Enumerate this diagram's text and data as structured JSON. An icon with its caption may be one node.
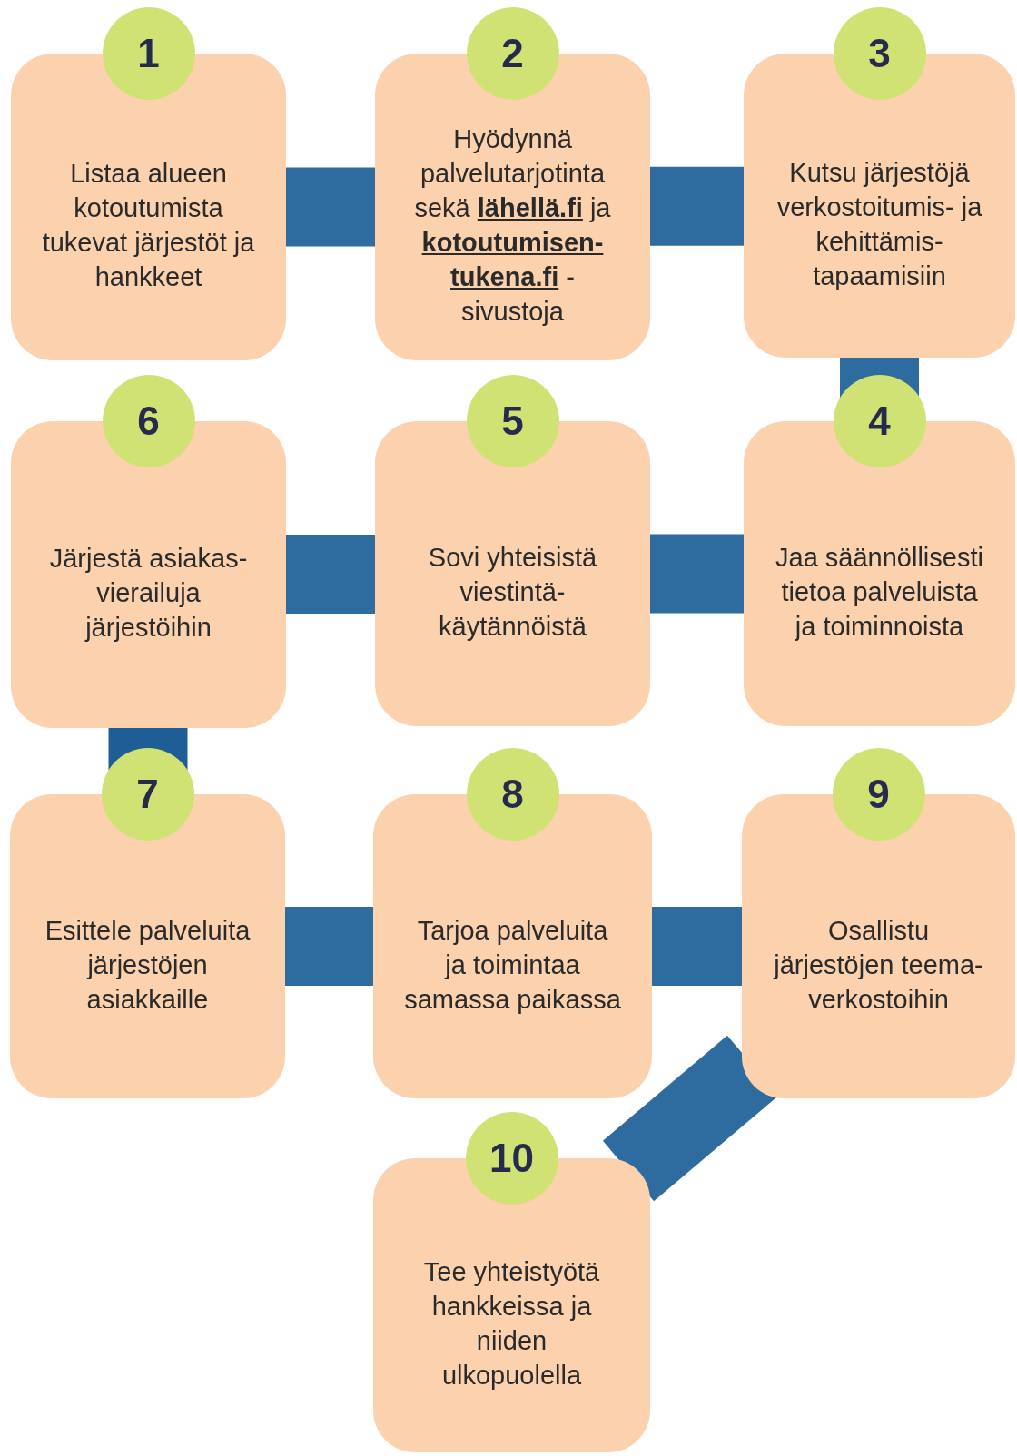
{
  "diagram": {
    "nodes": [
      {
        "text": [
          "1",
          "Listaa alueen kotoutumista tukevat järjestöt ja hankkeet"
        ]
      },
      {
        "text": [
          "2",
          "Hyödynnä palvelutarjotinta sekä **lähellä.fi** ja **kotoutumisen-tukena.fi** -sivustoja"
        ]
      },
      {
        "text": [
          "3",
          "Kutsu järjestöjä verkostoitumis- ja kehittämis- tapaamisiin"
        ]
      },
      {
        "text": [
          "4",
          "Jaa säännöllisesti tietoa palveluista ja toiminnoista"
        ]
      },
      {
        "text": [
          "5",
          "Sovi yhteisistä viestintä- käytännöistä"
        ]
      },
      {
        "text": [
          "6",
          "Järjestä asiakas- vierailuja järjestöihin"
        ]
      },
      {
        "text": [
          "7",
          "Esittele palveluita järjestöjen asiakkaille"
        ]
      },
      {
        "text": [
          "8",
          "Tarjoa palveluita ja toimintaa samassa paikassa"
        ]
      },
      {
        "text": [
          "9",
          "Osallistu järjestöjen teema- verkostoihin"
        ]
      },
      {
        "text": [
          "10",
          "Tee yhteistyötä hankkeissa ja niiden ulkopuolella"
        ]
      }
    ],
    "edges": [
      {
        "from": 0,
        "to": 1,
        "arrow": "none",
        "color": "#2e6b9e"
      },
      {
        "from": 1,
        "to": 2,
        "arrow": "none",
        "color": "#2e6b9e"
      },
      {
        "from": 2,
        "to": 3,
        "arrow": "none",
        "color": "#2e6b9e"
      },
      {
        "from": 3,
        "to": 4,
        "arrow": "none",
        "color": "#2e6b9e"
      },
      {
        "from": 4,
        "to": 5,
        "arrow": "none",
        "color": "#2e6b9e"
      },
      {
        "from": 5,
        "to": 6,
        "arrow": "none",
        "color": "#1e5d96"
      },
      {
        "from": 6,
        "to": 7,
        "arrow": "none",
        "color": "#2e6b9e"
      },
      {
        "from": 7,
        "to": 8,
        "arrow": "none",
        "color": "#2e6b9e"
      },
      {
        "from": 8,
        "to": 9,
        "arrow": "none",
        "color": "#2e6b9e"
      }
    ]
  }
}
